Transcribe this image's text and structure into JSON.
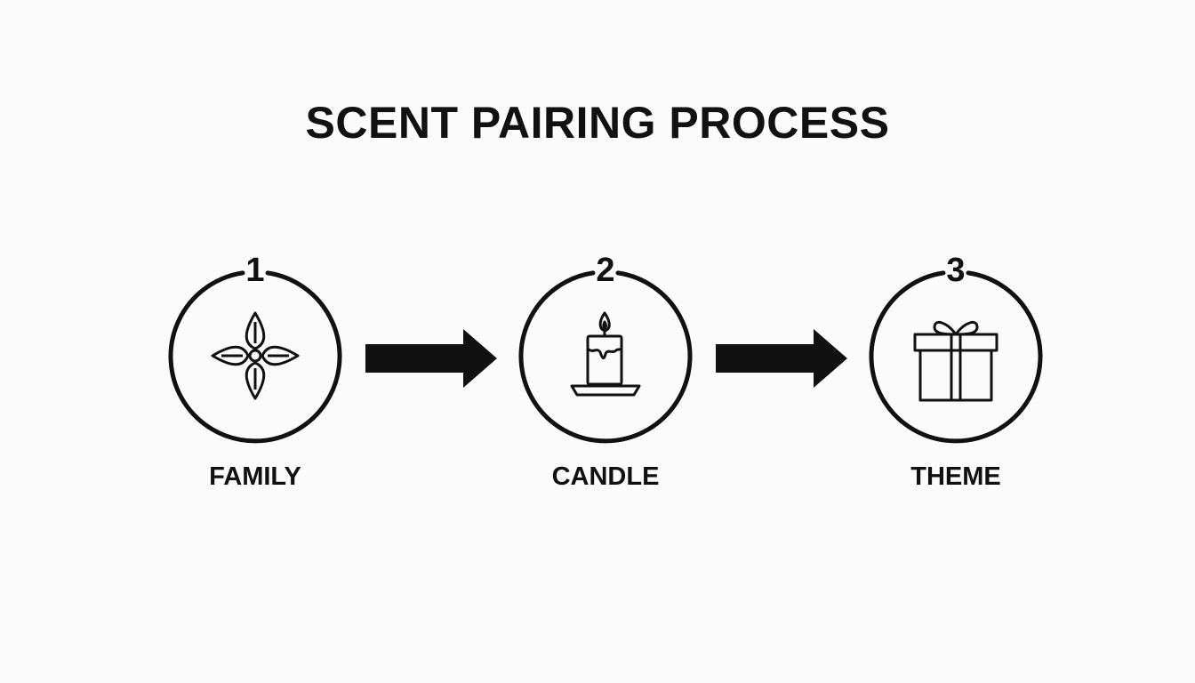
{
  "title": "SCENT PAIRING PROCESS",
  "steps": [
    {
      "number": "1",
      "label": "FAMILY",
      "icon": "flower-icon"
    },
    {
      "number": "2",
      "label": "CANDLE",
      "icon": "candle-icon"
    },
    {
      "number": "3",
      "label": "THEME",
      "icon": "gift-icon"
    }
  ],
  "colors": {
    "stroke": "#111111",
    "background": "#fbfbfb"
  }
}
